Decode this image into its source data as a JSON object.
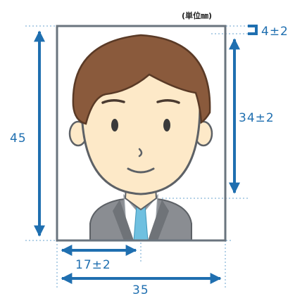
{
  "unit_label": "(単位㎜)",
  "dimensions": {
    "height": "45",
    "top_margin": "4±2",
    "face_height": "34±2",
    "center_offset": "17±2",
    "width": "35"
  },
  "colors": {
    "accent": "#1f6fb0",
    "guide": "#6aa3cf",
    "frame": "#6a747e",
    "hair": "#8a5a3c",
    "skin": "#fde9c8",
    "suit": "#8a8d92",
    "tie": "#6fc0e0"
  },
  "icons": {
    "person": "person-portrait-icon"
  }
}
